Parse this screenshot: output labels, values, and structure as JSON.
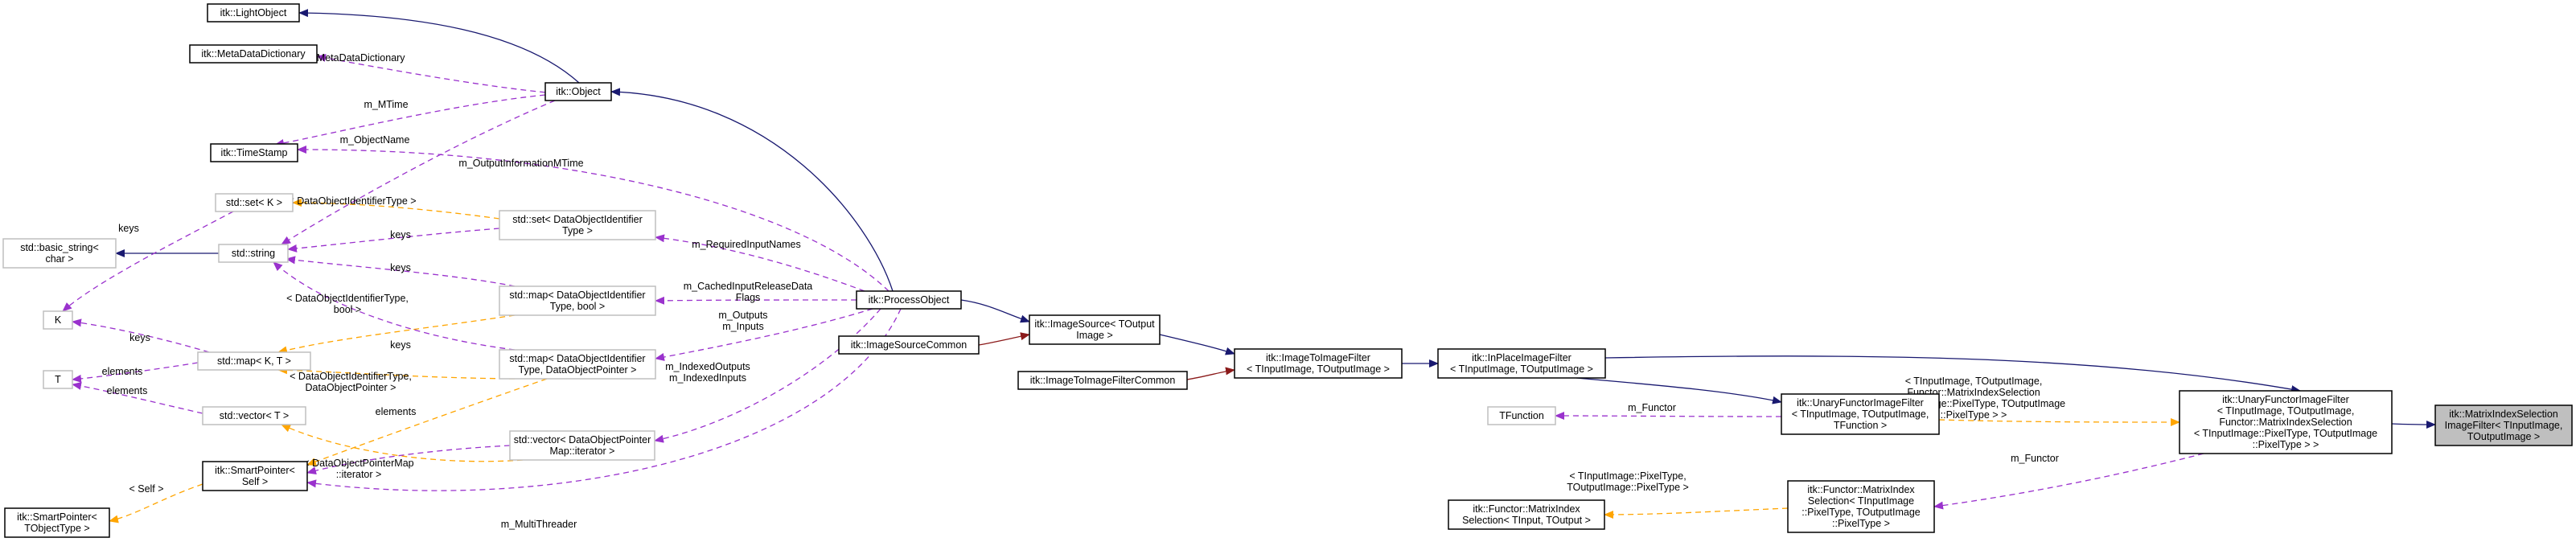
{
  "colors": {
    "inheritance": "#191970",
    "usage": "#9a32cd",
    "template": "#ffa500",
    "private": "#8b1a1a",
    "node_border": "#000000",
    "node_border_light": "#bfbfbf",
    "highlight_fill": "#bfbfbf"
  },
  "nodes": {
    "light_object": [
      "itk::LightObject"
    ],
    "meta_data_dictionary": [
      "itk::MetaDataDictionary"
    ],
    "object": [
      "itk::Object"
    ],
    "time_stamp": [
      "itk::TimeStamp"
    ],
    "std_set_k": [
      "std::set< K >"
    ],
    "basic_string": [
      "std::basic_string<",
      "char >"
    ],
    "std_string": [
      "std::string"
    ],
    "std_set_doi": [
      "std::set< DataObjectIdentifier",
      "Type >"
    ],
    "k": [
      "K"
    ],
    "std_map_doi_bool": [
      "std::map< DataObjectIdentifier",
      "Type, bool >"
    ],
    "process_object": [
      "itk::ProcessObject"
    ],
    "t": [
      "T"
    ],
    "std_map_kt": [
      "std::map< K, T >"
    ],
    "std_map_doi_ptr": [
      "std::map< DataObjectIdentifier",
      "Type, DataObjectPointer >"
    ],
    "image_source": [
      "itk::ImageSource< TOutput",
      "Image >"
    ],
    "image_source_common": [
      "itk::ImageSourceCommon"
    ],
    "image_to_image_filter": [
      "itk::ImageToImageFilter",
      "< TInputImage, TOutputImage >"
    ],
    "image_to_image_filter_common": [
      "itk::ImageToImageFilterCommon"
    ],
    "in_place_image_filter": [
      "itk::InPlaceImageFilter",
      "< TInputImage, TOutputImage >"
    ],
    "std_vector_t": [
      "std::vector< T >"
    ],
    "smart_pointer_tobject": [
      "itk::SmartPointer<",
      "TObjectType >"
    ],
    "smart_pointer_self": [
      "itk::SmartPointer<",
      "Self >"
    ],
    "std_vector_doi_iter": [
      "std::vector< DataObjectPointer",
      "Map::iterator >"
    ],
    "tfunction": [
      "TFunction"
    ],
    "unary_functor_image_filter": [
      "itk::UnaryFunctorImageFilter",
      "< TInputImage, TOutputImage,",
      "TFunction >"
    ],
    "functor_matrix_index_selection": [
      "itk::Functor::MatrixIndex",
      "Selection< TInput, TOutput >"
    ],
    "functor_matrix_index_selection_pixel": [
      "itk::Functor::MatrixIndex",
      "Selection< TInputImage",
      "::PixelType, TOutputImage",
      "::PixelType >"
    ],
    "unary_functor_specialized": [
      "itk::UnaryFunctorImageFilter",
      "< TInputImage, TOutputImage,",
      "Functor::MatrixIndexSelection",
      "< TInputImage::PixelType, TOutputImage",
      "::PixelType > >"
    ],
    "matrix_index_selection_filter": [
      "itk::MatrixIndexSelection",
      "ImageFilter< TInputImage,",
      "TOutputImage >"
    ]
  },
  "edge_labels": {
    "m_meta_data_dictionary": [
      "m_MetaDataDictionary"
    ],
    "m_mtime": [
      "m_MTime"
    ],
    "m_object_name": [
      "m_ObjectName"
    ],
    "m_output_information_mtime": [
      "m_OutputInformationMTime"
    ],
    "doi_type": [
      "< DataObjectIdentifierType >"
    ],
    "keys_set": [
      "keys"
    ],
    "keys_string_1": [
      "keys"
    ],
    "m_required_input_names": [
      "m_RequiredInputNames"
    ],
    "keys_string_2": [
      "keys"
    ],
    "doi_type_bool": [
      "< DataObjectIdentifierType,",
      "bool >"
    ],
    "m_cached_input_release": [
      "m_CachedInputReleaseData",
      "Flags"
    ],
    "keys_map": [
      "keys"
    ],
    "m_outputs_inputs": [
      "m_Outputs",
      "m_Inputs"
    ],
    "keys_string_3": [
      "keys"
    ],
    "elements_map": [
      "elements"
    ],
    "elements_vector": [
      "elements"
    ],
    "doi_type_ptr": [
      "< DataObjectIdentifierType,",
      "DataObjectPointer >"
    ],
    "elements_smart": [
      "elements"
    ],
    "m_indexed_outputs": [
      "m_IndexedOutputs",
      "m_IndexedInputs"
    ],
    "self": [
      "< Self >"
    ],
    "doi_ptr_map_iter": [
      "< DataObjectPointerMap",
      "::iterator >"
    ],
    "m_multi_threader": [
      "m_MultiThreader"
    ],
    "m_functor_1": [
      "m_Functor"
    ],
    "functor_template": [
      "< TInputImage, TOutputImage,",
      "Functor::MatrixIndexSelection",
      "< TInputImage::PixelType, TOutputImage",
      "::PixelType > >"
    ],
    "pixel_types": [
      "< TInputImage::PixelType,",
      "TOutputImage::PixelType >"
    ],
    "m_functor_2": [
      "m_Functor"
    ]
  }
}
